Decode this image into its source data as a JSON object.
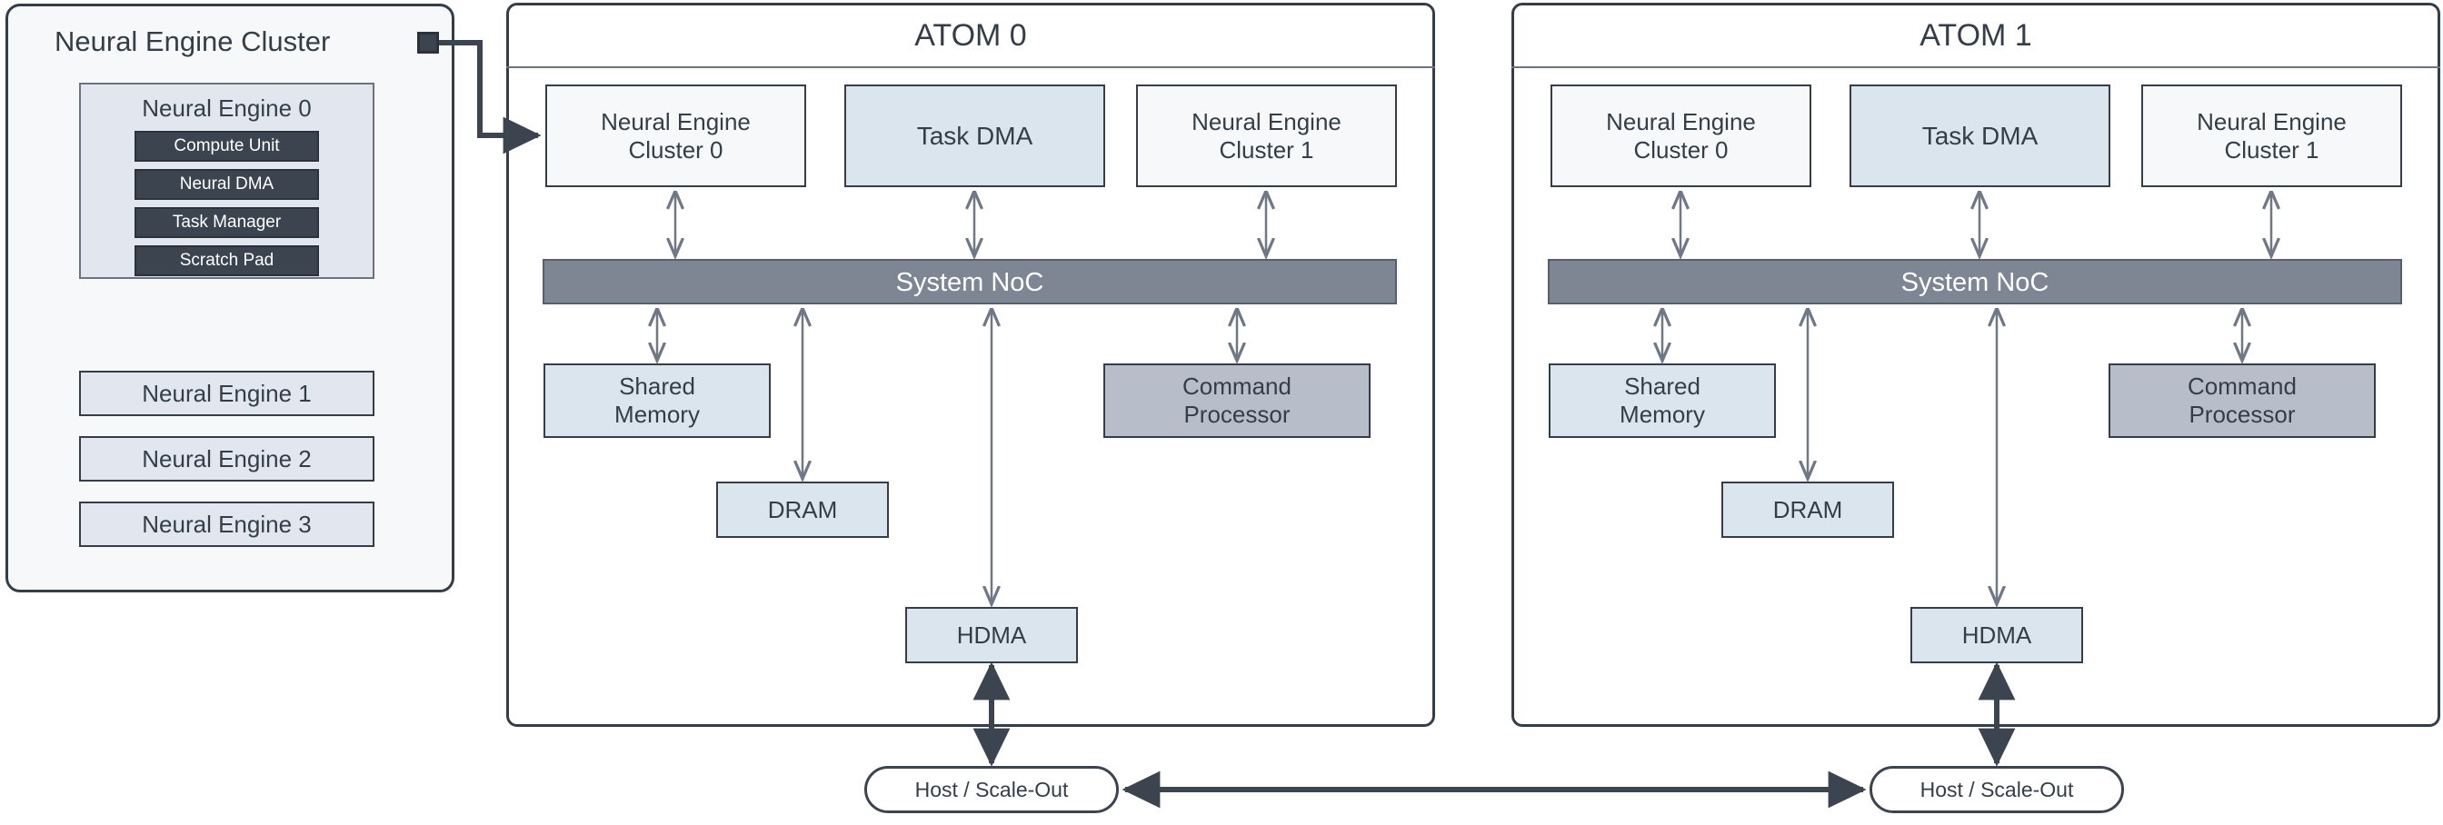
{
  "cluster_panel": {
    "title": "Neural Engine Cluster",
    "port_name": "cluster-port",
    "engine0": {
      "title": "Neural Engine 0",
      "subblocks": [
        "Compute Unit",
        "Neural DMA",
        "Task Manager",
        "Scratch Pad"
      ]
    },
    "engines": [
      "Neural Engine 1",
      "Neural Engine 2",
      "Neural Engine 3"
    ]
  },
  "atoms": [
    {
      "title": "ATOM 0",
      "nodes": {
        "cluster0": "Neural Engine\nCluster 0",
        "cluster0_l1": "Neural Engine",
        "cluster0_l2": "Cluster 0",
        "task_dma": "Task DMA",
        "cluster1_l1": "Neural Engine",
        "cluster1_l2": "Cluster 1",
        "noc": "System NoC",
        "shared_memory_l1": "Shared",
        "shared_memory_l2": "Memory",
        "command_processor_l1": "Command",
        "command_processor_l2": "Processor",
        "dram": "DRAM",
        "hdma": "HDMA"
      },
      "host": "Host / Scale-Out"
    },
    {
      "title": "ATOM 1",
      "nodes": {
        "cluster0_l1": "Neural Engine",
        "cluster0_l2": "Cluster 0",
        "task_dma": "Task DMA",
        "cluster1_l1": "Neural Engine",
        "cluster1_l2": "Cluster 1",
        "noc": "System NoC",
        "shared_memory_l1": "Shared",
        "shared_memory_l2": "Memory",
        "command_processor_l1": "Command",
        "command_processor_l2": "Processor",
        "dram": "DRAM",
        "hdma": "HDMA"
      },
      "host": "Host / Scale-Out"
    }
  ],
  "colors": {
    "panel_bg": "#f6f8f9",
    "outline": "#333e48",
    "dark_block": "#3c4450",
    "light_blue": "#dbe5ee",
    "gray_blue": "#b8bec9",
    "noc_fill": "#7e8694",
    "engine_fill": "#e2e7ef",
    "arrow_thin": "#6f7885"
  }
}
